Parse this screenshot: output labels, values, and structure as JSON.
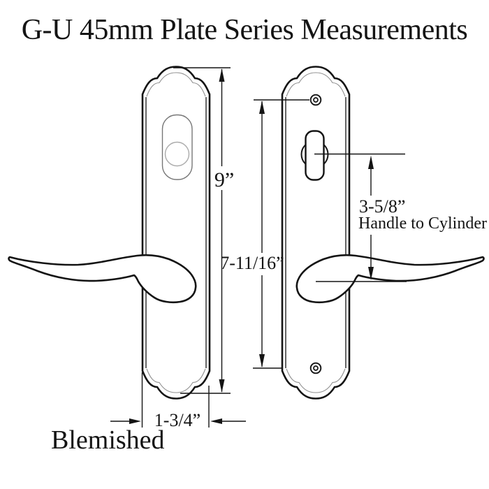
{
  "title": "G-U 45mm Plate Series Measurements",
  "dimensions": {
    "plate_height": "9”",
    "screw_hole_spacing": "7-11/16”",
    "handle_to_cylinder_value": "3-5/8”",
    "handle_to_cylinder_label": "Handle to Cylinder",
    "plate_width": "1-3/4”"
  },
  "condition_note": "Blemished",
  "colors": {
    "line": "#141414",
    "secondary_line": "#8f8f8f",
    "background": "#ffffff"
  }
}
